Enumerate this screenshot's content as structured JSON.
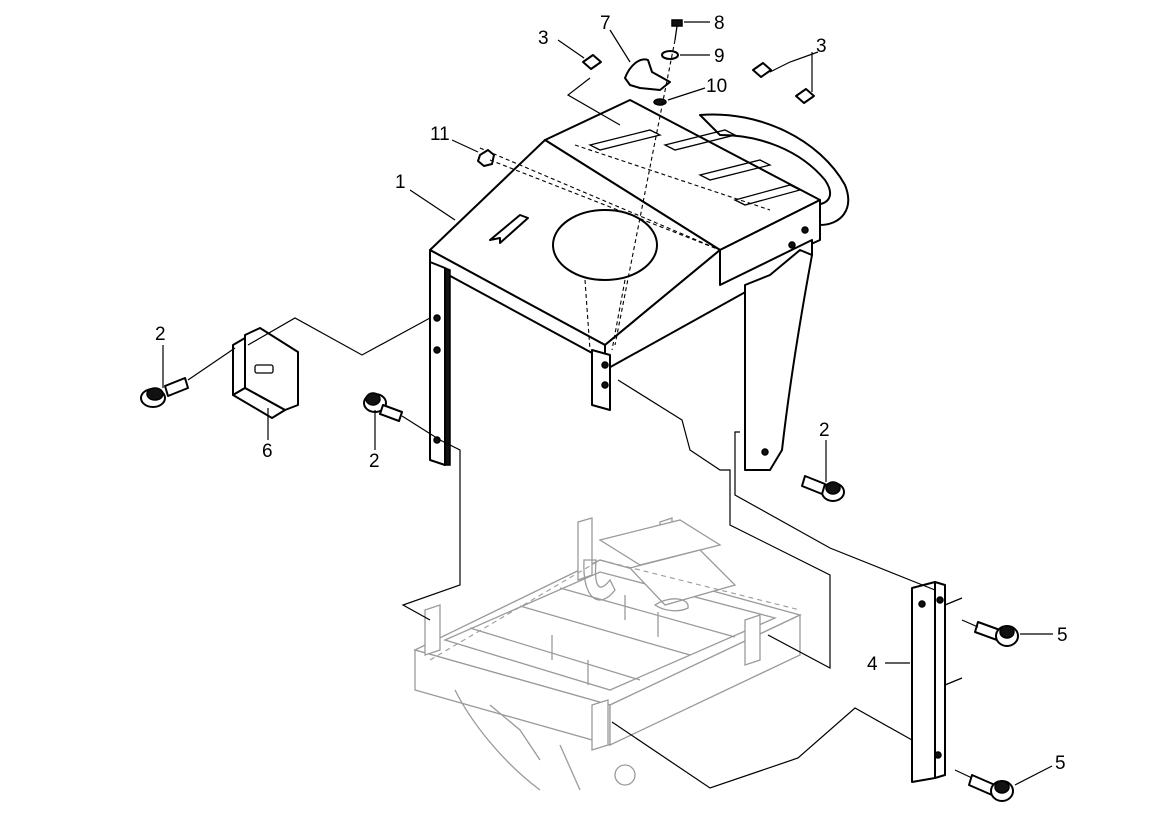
{
  "callouts": [
    {
      "id": "c1",
      "label": "1"
    },
    {
      "id": "c2a",
      "label": "2"
    },
    {
      "id": "c2b",
      "label": "2"
    },
    {
      "id": "c2c",
      "label": "2"
    },
    {
      "id": "c3a",
      "label": "3"
    },
    {
      "id": "c3b",
      "label": "3"
    },
    {
      "id": "c4",
      "label": "4"
    },
    {
      "id": "c5a",
      "label": "5"
    },
    {
      "id": "c5b",
      "label": "5"
    },
    {
      "id": "c6",
      "label": "6"
    },
    {
      "id": "c7",
      "label": "7"
    },
    {
      "id": "c8",
      "label": "8"
    },
    {
      "id": "c9",
      "label": "9"
    },
    {
      "id": "c10",
      "label": "10"
    },
    {
      "id": "c11",
      "label": "11"
    }
  ]
}
